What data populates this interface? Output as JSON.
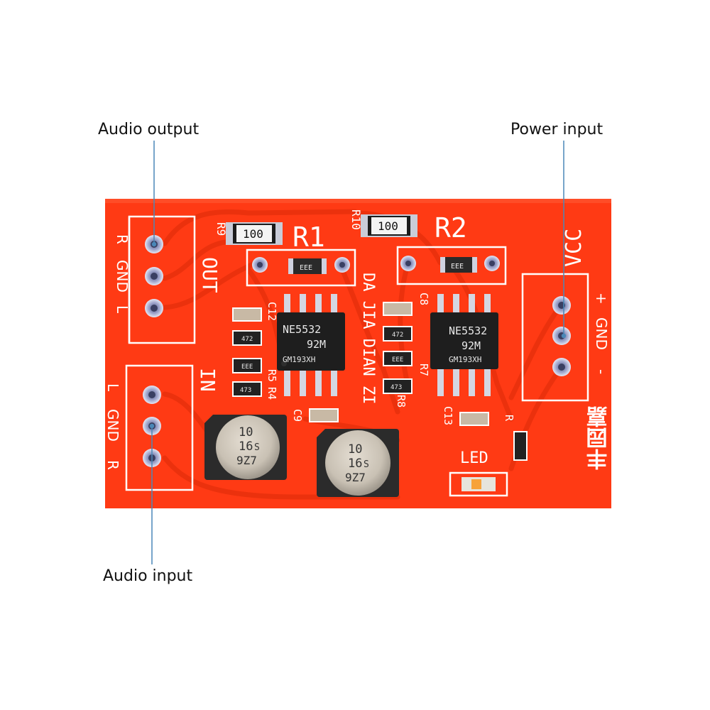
{
  "callouts": {
    "audio_output": "Audio output",
    "power_input": "Power input",
    "audio_input": "Audio input"
  },
  "board": {
    "label_r1": "R1",
    "label_r2": "R2",
    "label_vcc": "VCC",
    "label_out": "OUT",
    "label_in": "IN",
    "label_led": "LED",
    "label_brand": "DA JIA DIAN ZI",
    "out_pins": [
      "R",
      "GND",
      "L"
    ],
    "in_pins": [
      "L",
      "GND",
      "R"
    ],
    "power_pins": [
      "+",
      "GND",
      "-"
    ],
    "ref_r9": "R9",
    "ref_r10": "R10",
    "ref_c8": "C8",
    "ref_c9": "C9",
    "ref_c12": "C12",
    "ref_c13": "C13",
    "ref_r4": "R4",
    "ref_r5": "R5",
    "ref_r7": "R7",
    "ref_r8": "R8",
    "ref_r": "R",
    "chinese_logo": "丰园嘉",
    "resistor_value": "100",
    "chip_1": {
      "part": "NE5532",
      "code": "92M",
      "lot": "GM193XH"
    },
    "chip_2": {
      "part": "NE5532",
      "code": "92M",
      "lot": "GM193XH"
    },
    "cap_1": {
      "value": "10",
      "voltage": "16",
      "suffix": "S",
      "code": "9Z7"
    },
    "cap_2": {
      "value": "10",
      "voltage": "16",
      "suffix": "S",
      "code": "9Z7"
    },
    "smd_code_1": "EEE",
    "smd_code_2": "472",
    "smd_code_3": "473"
  },
  "colors": {
    "pcb": "#ff3a14",
    "callout_line": "#4a87b8",
    "silkscreen": "#ffffff"
  }
}
